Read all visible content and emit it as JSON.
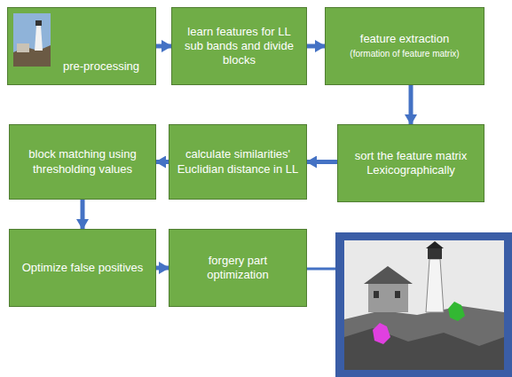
{
  "diagram": {
    "nodes": [
      {
        "text": [
          "pre-processing"
        ]
      },
      {
        "text": [
          "learn features for LL sub bands and divide blocks"
        ]
      },
      {
        "text": [
          "feature extraction",
          "(formation of feature matrix)"
        ]
      },
      {
        "text": [
          "sort the feature matrix Lexicographically"
        ]
      },
      {
        "text": [
          "calculate similarities' Euclidian distance in LL"
        ]
      },
      {
        "text": [
          "block matching using thresholding values"
        ]
      },
      {
        "text": [
          "Optimize false positives"
        ]
      },
      {
        "text": [
          "forgery part optimization"
        ]
      }
    ],
    "edges": [
      {
        "from": 0,
        "to": 1,
        "arrow": "to"
      },
      {
        "from": 1,
        "to": 2,
        "arrow": "to"
      },
      {
        "from": 2,
        "to": 3,
        "arrow": "to"
      },
      {
        "from": 3,
        "to": 4,
        "arrow": "to"
      },
      {
        "from": 4,
        "to": 5,
        "arrow": "to"
      },
      {
        "from": 5,
        "to": 6,
        "arrow": "to"
      },
      {
        "from": 6,
        "to": 7,
        "arrow": "to"
      }
    ]
  }
}
